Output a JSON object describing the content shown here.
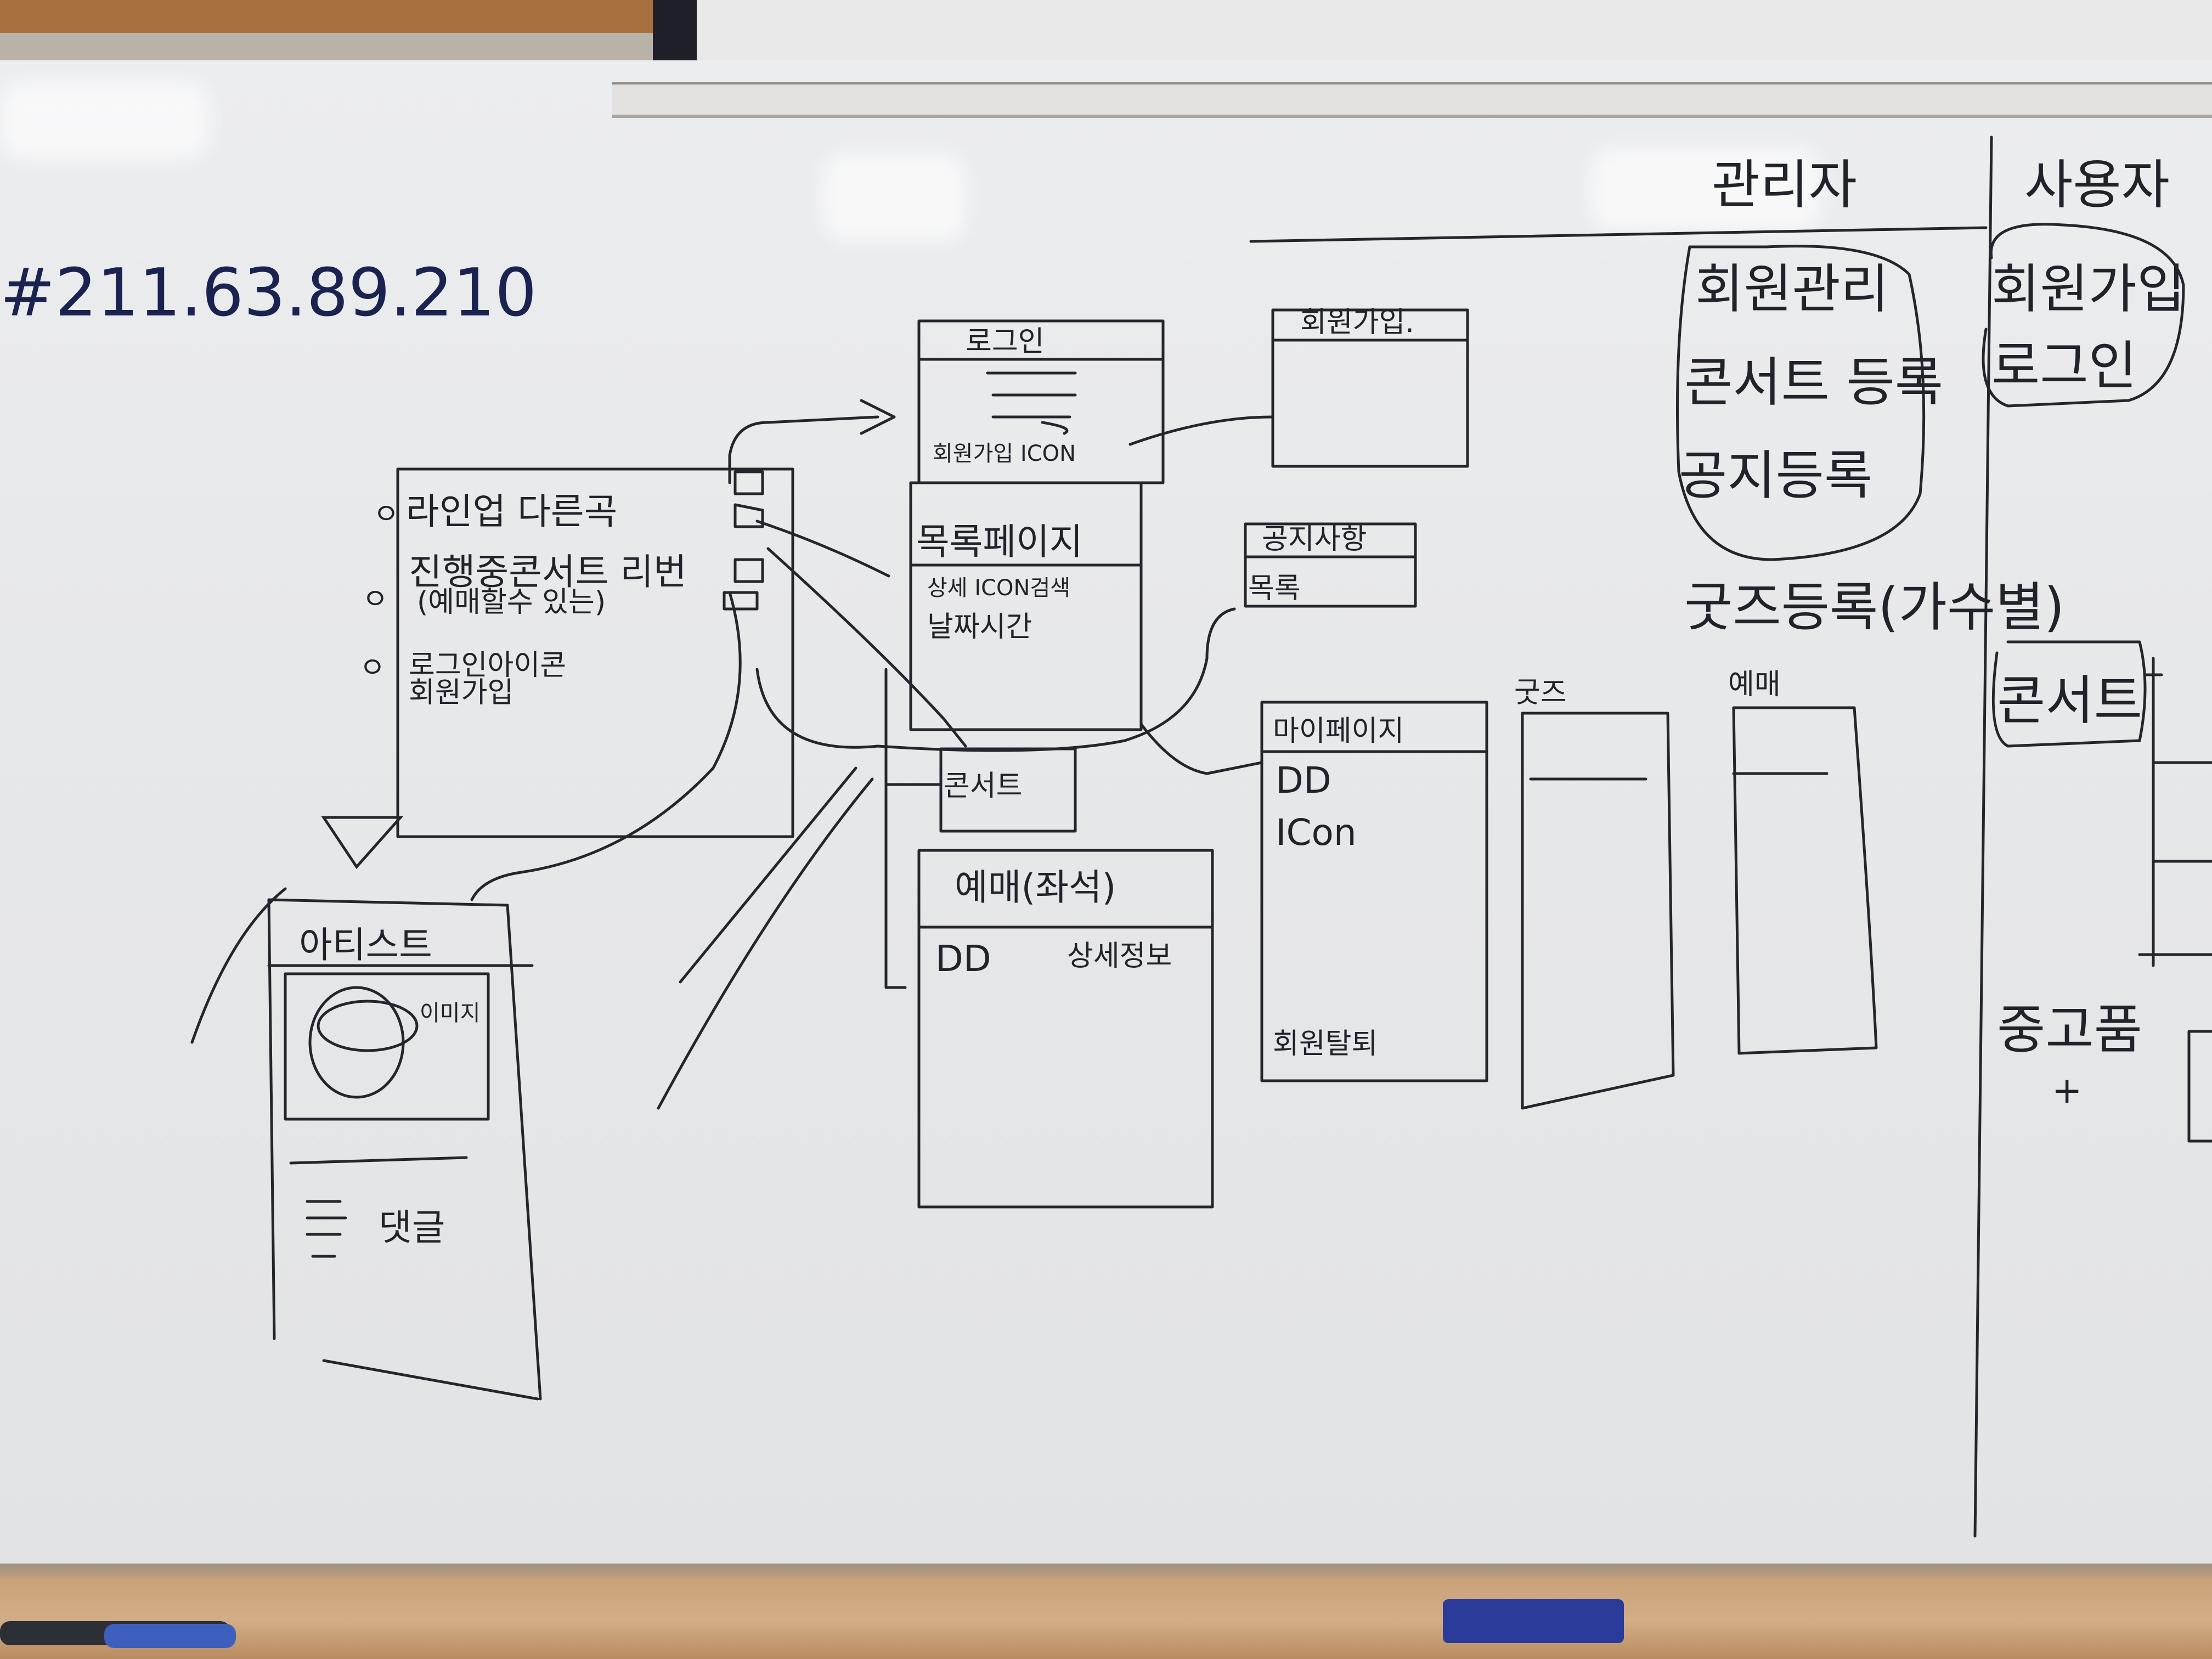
{
  "board": {
    "ip": "#211.63.89.210",
    "main": {
      "items": [
        "라인업 다른곡",
        "진행중콘서트 리번",
        "(예매할수 있는)",
        "로그인아이콘",
        "회원가입"
      ]
    },
    "login": {
      "title": "로그인",
      "signup_icon": "회원가입 ICON"
    },
    "signup": {
      "title": "회원가입."
    },
    "list_page": {
      "title": "목록페이지",
      "lines": [
        "상세 ICON검색",
        "날짜시간"
      ]
    },
    "notice": {
      "title": "공지사항",
      "row": "목록"
    },
    "concert": {
      "label": "콘서트"
    },
    "reservation": {
      "title": "예매(좌석)",
      "dd": "DD",
      "detail": "상세정보"
    },
    "mypage": {
      "title": "마이페이지",
      "dd": "DD",
      "icon": "ICon",
      "withdraw": "회원탈퇴"
    },
    "goods_label": "굿즈",
    "yemae_label": "예매",
    "artist": {
      "title": "아티스트",
      "image": "이미지",
      "comment": "댓글"
    },
    "admin": {
      "header": "관리자",
      "items": [
        "회원관리",
        "콘서트 등록",
        "공지등록",
        "굿즈등록(가수별)"
      ]
    },
    "user": {
      "header": "사용자",
      "items": [
        "회원가입",
        "로그인"
      ],
      "concert": "콘서트",
      "secondhand": "중고품"
    }
  },
  "colors": {
    "ink": "#23262c",
    "board": "#e8e9eb",
    "tray": "#d3ad86"
  }
}
